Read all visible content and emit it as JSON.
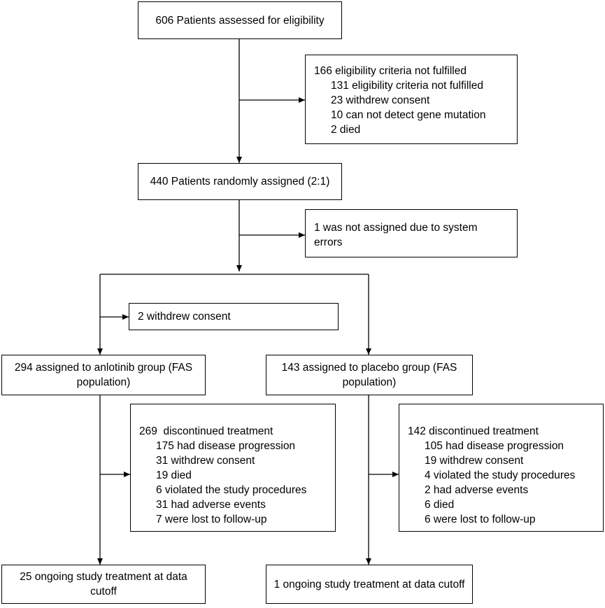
{
  "boxes": {
    "assessed": "606 Patients assessed for eligibility",
    "excluded": {
      "title": "166 eligibility criteria not fulfilled",
      "items": [
        "131 eligibility criteria not fulfilled",
        "23 withdrew consent",
        "10 can not detect gene mutation",
        "2 died"
      ]
    },
    "randomized": "440 Patients randomly assigned (2:1)",
    "not_assigned": "1 was not assigned due to system errors",
    "withdrew": "2 withdrew consent",
    "anlotinib": "294 assigned to anlotinib group (FAS population)",
    "placebo": "143 assigned to placebo group (FAS population)",
    "anlotinib_discontinued": {
      "title": "269  discontinued treatment",
      "items": [
        "175 had disease progression",
        "31 withdrew consent",
        "19 died",
        "6 violated the study procedures",
        "31 had adverse events",
        "7 were lost to follow-up"
      ]
    },
    "placebo_discontinued": {
      "title": "142 discontinued treatment",
      "items": [
        "105 had disease progression",
        "19 withdrew consent",
        "4 violated the study procedures",
        "2 had adverse events",
        "6 died",
        "6 were lost to follow-up"
      ]
    },
    "anlotinib_ongoing": "25 ongoing study treatment at data cutoff",
    "placebo_ongoing": "1 ongoing study treatment at data cutoff"
  }
}
